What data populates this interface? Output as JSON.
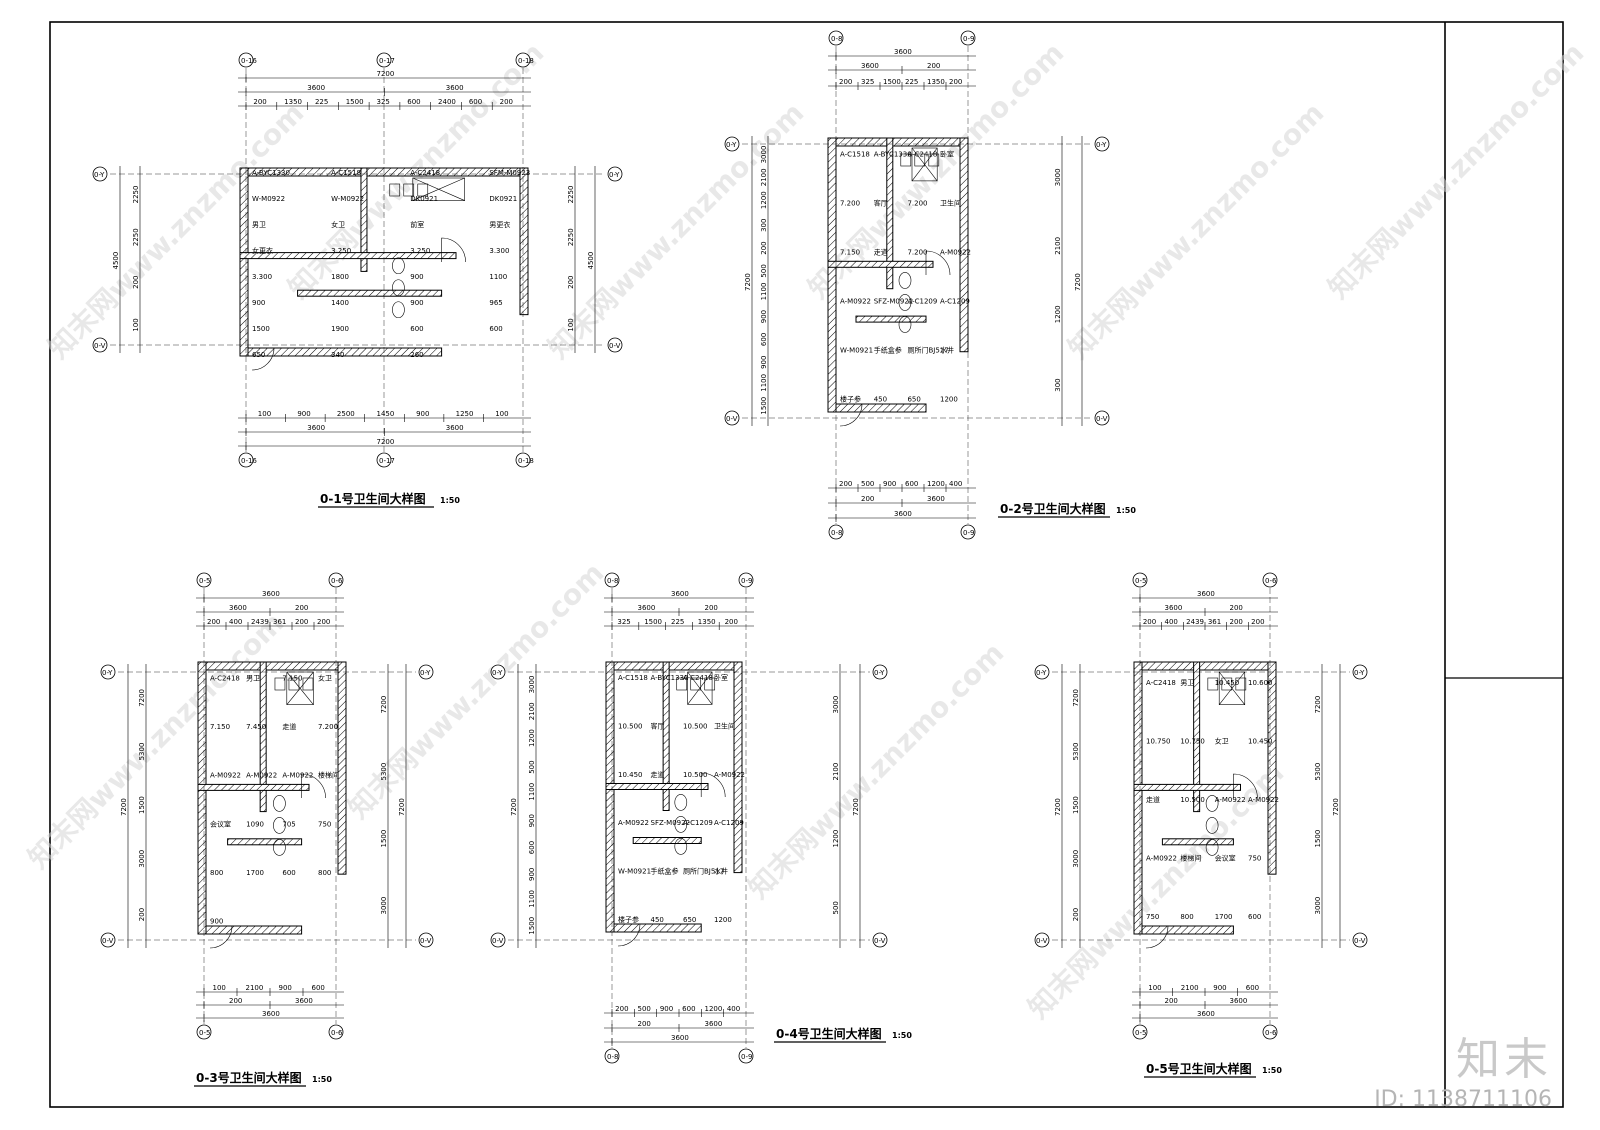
{
  "plans": [
    {
      "title": "0-1号卫生间大样图",
      "scale": "1:50",
      "axes": [
        "0-16",
        "0-17",
        "0-18",
        "0-Y",
        "0-V"
      ],
      "dims_top": [
        "7200",
        "3600",
        "3600",
        "200",
        "1350",
        "225",
        "1500",
        "325",
        "600",
        "2400",
        "600",
        "200"
      ],
      "dims_bottom": [
        "100",
        "900",
        "2500",
        "1450",
        "900",
        "1250",
        "100",
        "3600",
        "3600",
        "7200"
      ],
      "dims_side": [
        "4500",
        "2250",
        "2250",
        "200",
        "100"
      ],
      "labels": [
        "A-BYC1330",
        "A-C1518",
        "A-C2418",
        "SFM-M0923",
        "W-M0922",
        "W-M0922",
        "DK0921",
        "DK0921",
        "男卫",
        "女卫",
        "前室",
        "男更衣",
        "女更衣",
        "3.250",
        "3.250",
        "3.300",
        "3.300",
        "1800",
        "900",
        "1100",
        "900",
        "1400",
        "900",
        "965",
        "1500",
        "1900",
        "600",
        "600",
        "650",
        "340",
        "260"
      ]
    },
    {
      "title": "0-2号卫生间大样图",
      "scale": "1:50",
      "axes": [
        "0-8",
        "0-9",
        "0-Y",
        "0-V"
      ],
      "dims_top": [
        "3600",
        "3600",
        "200",
        "200",
        "325",
        "1500",
        "225",
        "1350",
        "200"
      ],
      "dims_bottom": [
        "200",
        "500",
        "900",
        "600",
        "1200",
        "400",
        "200",
        "3600",
        "3600"
      ],
      "dims_side": [
        "7200",
        "3000",
        "2100",
        "1200",
        "300",
        "200",
        "500",
        "1100",
        "900",
        "600",
        "900",
        "1100",
        "1500"
      ],
      "labels": [
        "A-C1518",
        "A-BYC1330",
        "A-C2418",
        "卧室",
        "7.200",
        "客厅",
        "7.200",
        "卫生间",
        "7.150",
        "走道",
        "7.200",
        "A-M0922",
        "A-M0922",
        "SFZ-M0922",
        "A-C1209",
        "A-C1209",
        "W-M0921",
        "手纸盒参",
        "厕所门BJ517",
        "水井",
        "楼子参",
        "450",
        "650",
        "1200"
      ]
    },
    {
      "title": "0-3号卫生间大样图",
      "scale": "1:50",
      "axes": [
        "0-5",
        "0-6",
        "0-Y",
        "0-V"
      ],
      "dims_top": [
        "3600",
        "3600",
        "200",
        "200",
        "400",
        "2439",
        "361",
        "200",
        "200"
      ],
      "dims_bottom": [
        "100",
        "2100",
        "900",
        "600",
        "200",
        "3600",
        "3600"
      ],
      "dims_side": [
        "7200",
        "7200",
        "5300",
        "1500",
        "3000",
        "200"
      ],
      "labels": [
        "A-C2418",
        "男卫",
        "7.150",
        "女卫",
        "7.150",
        "7.450",
        "走道",
        "7.200",
        "A-M0922",
        "A-M0922",
        "A-M0922",
        "楼梯间",
        "会议室",
        "1090",
        "705",
        "750",
        "800",
        "1700",
        "600",
        "800",
        "900"
      ]
    },
    {
      "title": "0-4号卫生间大样图",
      "scale": "1:50",
      "axes": [
        "0-8",
        "0-9",
        "0-Y",
        "0-V"
      ],
      "dims_top": [
        "3600",
        "3600",
        "200",
        "325",
        "1500",
        "225",
        "1350",
        "200"
      ],
      "dims_bottom": [
        "200",
        "500",
        "900",
        "600",
        "1200",
        "400",
        "200",
        "3600",
        "3600"
      ],
      "dims_side": [
        "7200",
        "3000",
        "2100",
        "1200",
        "500",
        "1100",
        "900",
        "600",
        "900",
        "1100",
        "1500"
      ],
      "labels": [
        "A-C1518",
        "A-BYC1330",
        "A-C2418",
        "卧室",
        "10.500",
        "客厅",
        "10.500",
        "卫生间",
        "10.450",
        "走道",
        "10.500",
        "A-M0922",
        "A-M0922",
        "SFZ-M0922",
        "A-C1209",
        "A-C1209",
        "W-M0921",
        "手纸盒参",
        "厕所门BJ517",
        "水井",
        "楼子参",
        "450",
        "650",
        "1200"
      ]
    },
    {
      "title": "0-5号卫生间大样图",
      "scale": "1:50",
      "axes": [
        "0-5",
        "0-6",
        "0-Y",
        "0-V"
      ],
      "dims_top": [
        "3600",
        "3600",
        "200",
        "200",
        "400",
        "2439",
        "361",
        "200",
        "200"
      ],
      "dims_bottom": [
        "100",
        "2100",
        "900",
        "600",
        "200",
        "3600",
        "3600"
      ],
      "dims_side": [
        "7200",
        "7200",
        "5300",
        "1500",
        "3000",
        "200"
      ],
      "labels": [
        "A-C2418",
        "男卫",
        "10.450",
        "10.600",
        "10.750",
        "10.750",
        "女卫",
        "10.450",
        "走道",
        "10.500",
        "A-M0922",
        "A-M0922",
        "A-M0922",
        "楼梯间",
        "会议室",
        "750",
        "750",
        "800",
        "1700",
        "600"
      ]
    }
  ],
  "watermarks": [
    "知末网www.znzmo.com",
    "知末网www.znzmo.com",
    "知末网www.znzmo.com",
    "知末网www.znzmo.com",
    "知末网www.znzmo.com",
    "知末网www.znzmo.com",
    "知末网www.znzmo.com",
    "知末网www.znzmo.com",
    "知末网www.znzmo.com",
    "知末网www.znzmo.com"
  ],
  "brand": {
    "logo_text": "知末",
    "id_text": "ID: 1138711106"
  },
  "colors": {
    "line": "#000000",
    "background": "#ffffff",
    "watermark": "#d6d6d6"
  }
}
